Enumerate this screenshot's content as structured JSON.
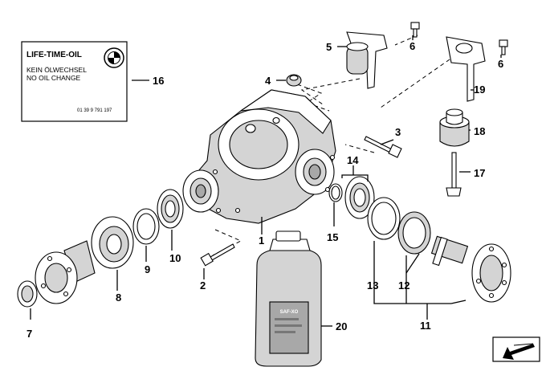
{
  "oil_label": {
    "title": "LIFE-TIME-OIL",
    "line1": "KEIN ÖLWECHSEL",
    "line2": "NO OIL CHANGE",
    "part_no": "01 39 9 791 197",
    "logo_text": "BMW"
  },
  "bottle_label": "SAF-XO",
  "callouts": [
    "1",
    "2",
    "3",
    "4",
    "5",
    "6",
    "6",
    "7",
    "8",
    "9",
    "10",
    "11",
    "12",
    "13",
    "14",
    "15",
    "16",
    "17",
    "18",
    "19",
    "20"
  ]
}
